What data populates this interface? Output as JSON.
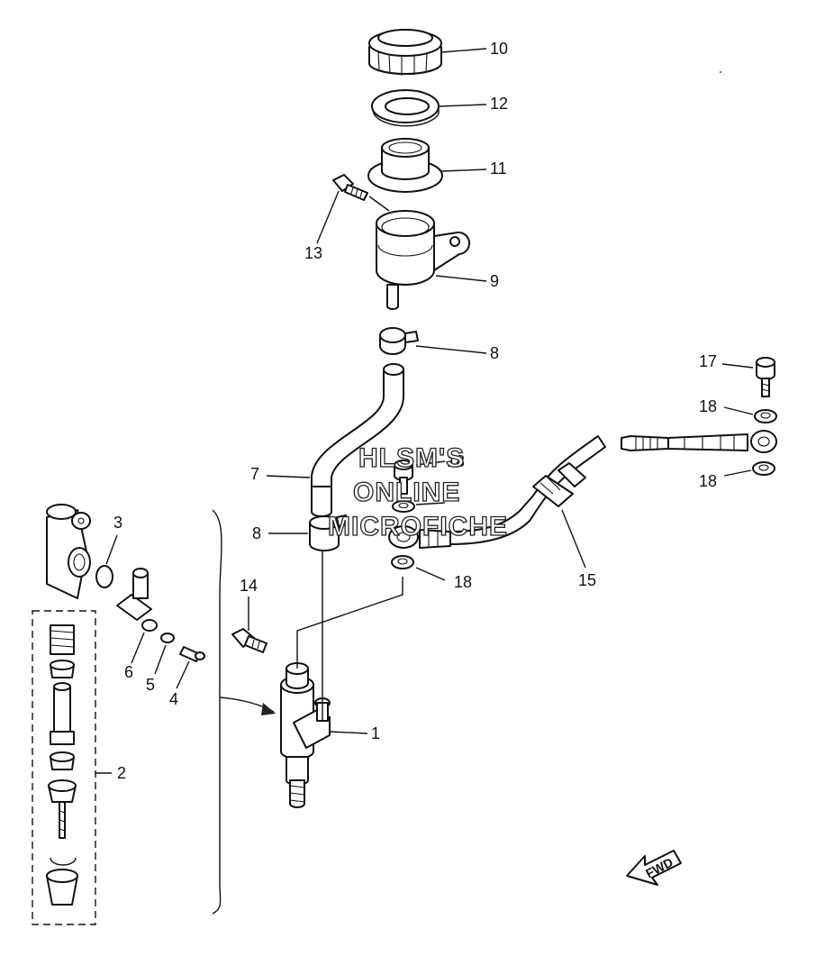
{
  "watermark": {
    "line1": "HLSM'S",
    "line2": "ONLINE",
    "line3": "MICROFICHE"
  },
  "direction_badge": "FWD",
  "callouts": [
    {
      "id": "c10",
      "text": "10"
    },
    {
      "id": "c12",
      "text": "12"
    },
    {
      "id": "c11",
      "text": "11"
    },
    {
      "id": "c13",
      "text": "13"
    },
    {
      "id": "c9",
      "text": "9"
    },
    {
      "id": "c8a",
      "text": "8"
    },
    {
      "id": "c17",
      "text": "17"
    },
    {
      "id": "c18a",
      "text": "18"
    },
    {
      "id": "c7",
      "text": "7"
    },
    {
      "id": "c18b",
      "text": "18"
    },
    {
      "id": "c18c",
      "text": "18"
    },
    {
      "id": "c3",
      "text": "3"
    },
    {
      "id": "c8b",
      "text": "8"
    },
    {
      "id": "c18d",
      "text": "18"
    },
    {
      "id": "c15",
      "text": "15"
    },
    {
      "id": "c14",
      "text": "14"
    },
    {
      "id": "c6",
      "text": "6"
    },
    {
      "id": "c5",
      "text": "5"
    },
    {
      "id": "c4",
      "text": "4"
    },
    {
      "id": "c1",
      "text": "1"
    },
    {
      "id": "c2",
      "text": "2"
    }
  ]
}
